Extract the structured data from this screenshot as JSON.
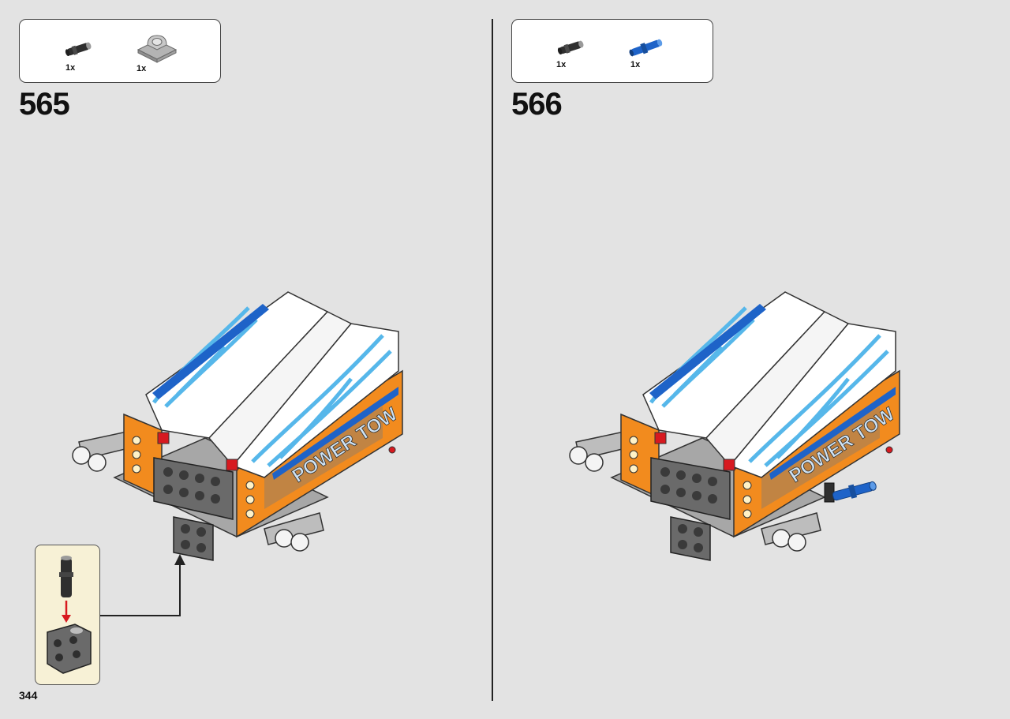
{
  "page": {
    "number": "344"
  },
  "steps": [
    {
      "number": "565",
      "parts": [
        {
          "icon": "connector-pin-black-icon",
          "qty": "1x"
        },
        {
          "icon": "plate-with-hole-gray-icon",
          "qty": "1x"
        }
      ]
    },
    {
      "number": "566",
      "parts": [
        {
          "icon": "connector-pin-black-icon",
          "qty": "1x"
        },
        {
          "icon": "axle-pin-blue-icon",
          "qty": "1x"
        }
      ]
    }
  ],
  "model": {
    "decal_text": "POWER TOW",
    "colors": {
      "orange": "#f28b1e",
      "white": "#ffffff",
      "blue": "#1e63c8",
      "light_blue": "#56b7ea",
      "gray": "#9e9e9e",
      "dark_gray": "#5a5a5a",
      "red": "#d7191f"
    }
  },
  "callout": {
    "icon": "sub-assembly-pin-into-plate-icon"
  }
}
